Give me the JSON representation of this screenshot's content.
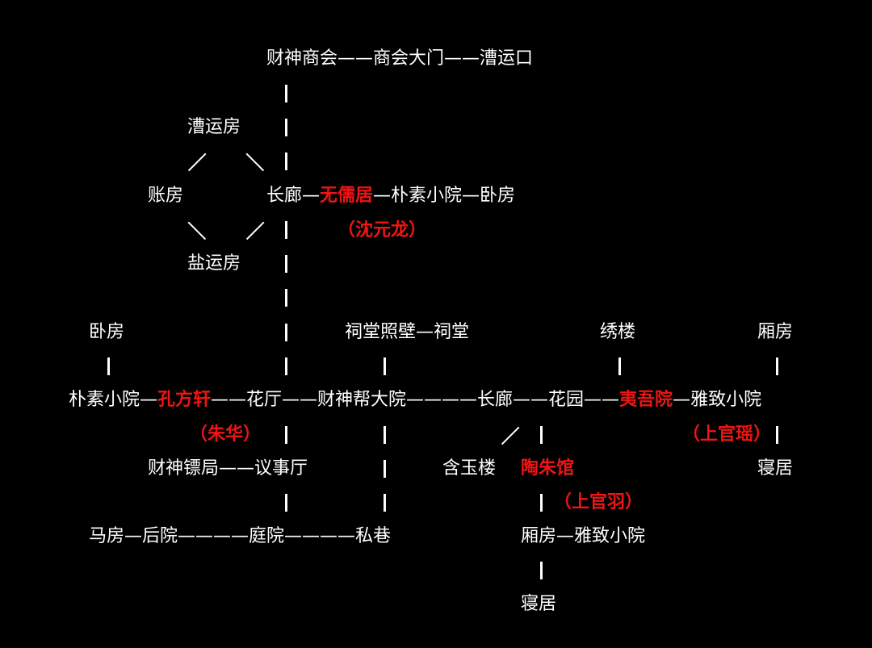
{
  "colors": {
    "background": "#000000",
    "text": "#ffffff",
    "highlight": "#f01414"
  },
  "top": {
    "line": "财神商会——商会大门——漕运口"
  },
  "north": {
    "caoyunfang": "漕运房",
    "zhangfang": "账房",
    "changlang_a": "长廊—",
    "wuruju": "无儒居",
    "changlang_b": "—朴素小院—卧房",
    "wuruju_owner": "（沈元龙）",
    "yanyunfang": "盐运房"
  },
  "middle": {
    "wofang": "卧房",
    "citang": "祠堂照壁—祠堂",
    "xiulou": "绣楼",
    "xiangfang": "厢房",
    "main_a": "朴素小院—",
    "kongfangxuan": "孔方轩",
    "main_b": "——花厅——财神帮大院————长廊——花园——",
    "yiwuyuan": "夷吾院",
    "main_c": "—雅致小院",
    "kongfangxuan_owner": "（朱华）",
    "yiwuyuan_owner": "（上官瑶）"
  },
  "south": {
    "biaoju": "财神镖局——议事厅",
    "hanyulou": "含玉楼",
    "taozhuguan": "陶朱馆",
    "qinju_right": "寝居",
    "taozhuguan_owner": "（上官羽）",
    "bottom_line": "马房—后院————庭院————私巷",
    "xiangfang_line": "厢房—雅致小院",
    "qinju_bottom": "寝居"
  }
}
